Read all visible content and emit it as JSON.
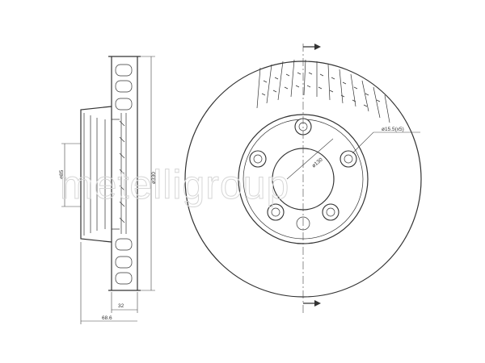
{
  "watermark": "metelligroup",
  "dimensions": {
    "hub_diameter": "ø85",
    "outer_diameter": "ø330",
    "disc_thickness": "32",
    "total_height": "68.6",
    "bolt_circle": "ø130",
    "hole_spec": "ø15.5(x5)"
  },
  "colors": {
    "line": "#333333",
    "watermark": "#d6d6d6"
  }
}
